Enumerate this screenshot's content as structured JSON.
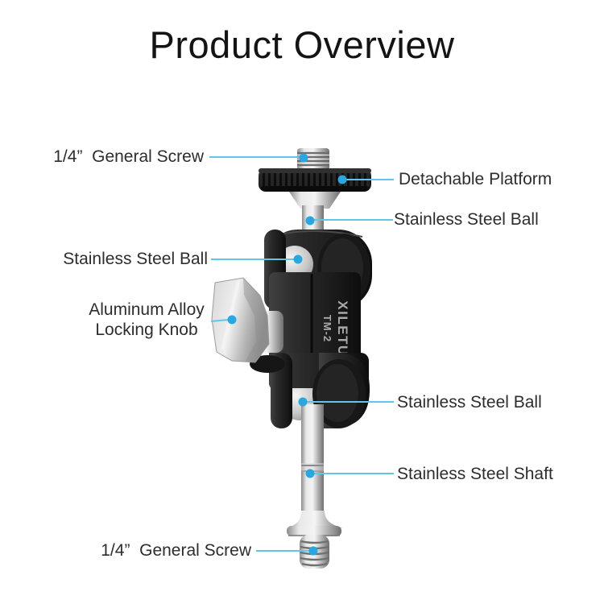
{
  "title": "Product Overview",
  "product": {
    "brand": "XILETU",
    "model": "TM-2"
  },
  "colors": {
    "leader_line": "#63c6e8",
    "dot": "#2aa7de",
    "label_text": "#2d2d2d",
    "title_text": "#141414",
    "product_black": "#1a1a1a",
    "product_silver": "#c9c9c9"
  },
  "callouts": [
    {
      "id": "general-screw-top",
      "side": "left",
      "text": "1/4”  General Screw"
    },
    {
      "id": "detachable-platform",
      "side": "right",
      "text": "Detachable Platform"
    },
    {
      "id": "stainless-steel-ball-top",
      "side": "right",
      "text": "Stainless Steel Ball"
    },
    {
      "id": "stainless-steel-ball-left",
      "side": "left",
      "text": "Stainless Steel Ball"
    },
    {
      "id": "locking-knob",
      "side": "left",
      "text": "Aluminum Alloy\nLocking Knob"
    },
    {
      "id": "stainless-steel-ball-bottom",
      "side": "right",
      "text": "Stainless Steel Ball"
    },
    {
      "id": "stainless-steel-shaft",
      "side": "right",
      "text": "Stainless Steel Shaft"
    },
    {
      "id": "general-screw-bottom",
      "side": "left",
      "text": "1/4”  General Screw"
    }
  ]
}
